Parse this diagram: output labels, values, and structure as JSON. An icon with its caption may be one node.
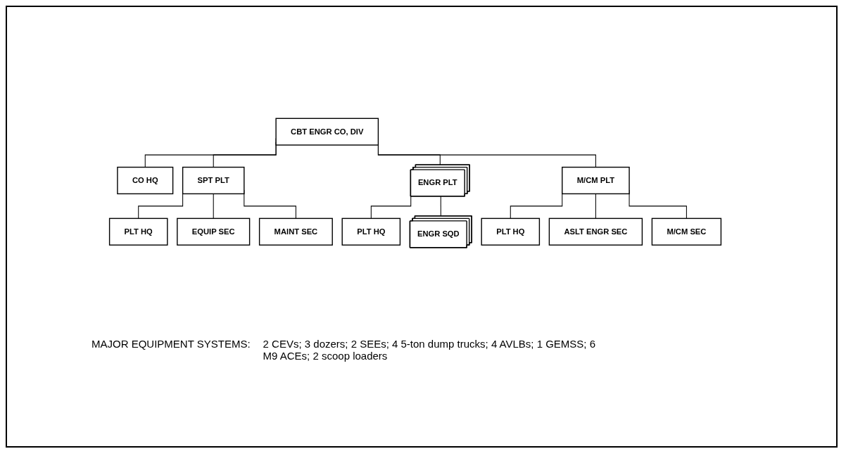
{
  "diagram": {
    "nodes": [
      {
        "text": [
          "CBT ENGR CO, DIV"
        ]
      },
      {
        "text": [
          "CO HQ"
        ]
      },
      {
        "text": [
          "SPT PLT"
        ]
      },
      {
        "text": [
          "ENGR PLT"
        ]
      },
      {
        "text": [
          "M/CM PLT"
        ]
      },
      {
        "text": [
          "PLT HQ"
        ]
      },
      {
        "text": [
          "EQUIP SEC"
        ]
      },
      {
        "text": [
          "MAINT SEC"
        ]
      },
      {
        "text": [
          "PLT HQ"
        ]
      },
      {
        "text": [
          "ENGR SQD"
        ]
      },
      {
        "text": [
          "PLT HQ"
        ]
      },
      {
        "text": [
          "ASLT ENGR SEC"
        ]
      },
      {
        "text": [
          "M/CM SEC"
        ]
      }
    ],
    "edges": [
      {
        "from": 0,
        "to": 1,
        "arrow": "none"
      },
      {
        "from": 0,
        "to": 2,
        "arrow": "none"
      },
      {
        "from": 0,
        "to": 3,
        "arrow": "none"
      },
      {
        "from": 0,
        "to": 4,
        "arrow": "none"
      },
      {
        "from": 2,
        "to": 5,
        "arrow": "none"
      },
      {
        "from": 2,
        "to": 6,
        "arrow": "none"
      },
      {
        "from": 2,
        "to": 7,
        "arrow": "none"
      },
      {
        "from": 3,
        "to": 8,
        "arrow": "none"
      },
      {
        "from": 3,
        "to": 9,
        "arrow": "none"
      },
      {
        "from": 4,
        "to": 10,
        "arrow": "none"
      },
      {
        "from": 4,
        "to": 11,
        "arrow": "none"
      },
      {
        "from": 4,
        "to": 12,
        "arrow": "none"
      }
    ],
    "labels": [
      "MAJOR EQUIPMENT SYSTEMS:",
      "2 CEVs; 3 dozers; 2 SEEs; 4 5-ton dump trucks; 4 AVLBs; 1 GEMSS; 6 M9 ACEs; 2 scoop loaders"
    ]
  }
}
